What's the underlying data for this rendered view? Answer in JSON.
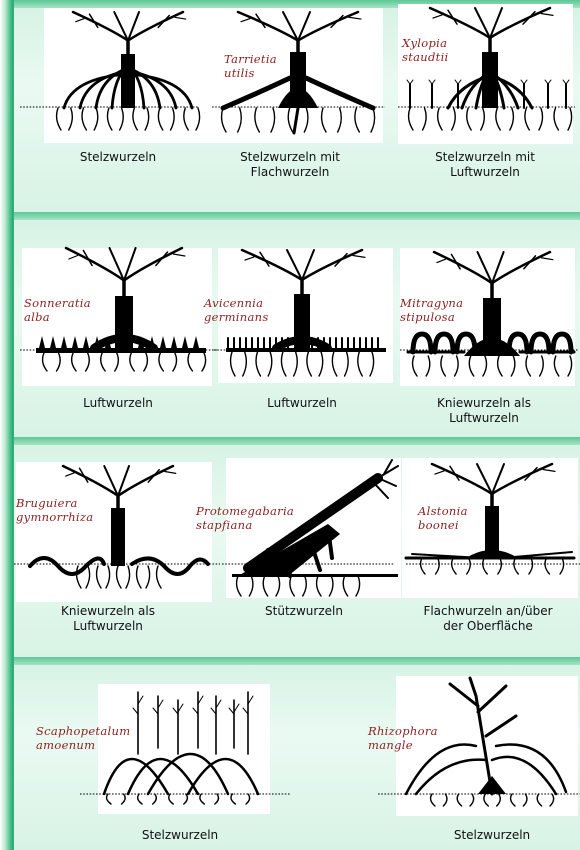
{
  "panels": [
    {
      "caption": "Stelzwurzeln",
      "species": "",
      "icon": "stilt-roots-tree-icon"
    },
    {
      "caption": "Stelzwurzeln mit\nFlachwurzeln",
      "species": "Tarrietia\nutilis",
      "icon": "stilt-and-flat-roots-tree-icon"
    },
    {
      "caption": "Stelzwurzeln mit\nLuftwurzeln",
      "species": "Xylopia\nstaudtii",
      "icon": "stilt-and-aerial-roots-tree-icon"
    },
    {
      "caption": "Luftwurzeln",
      "species": "Sonneratia\nalba",
      "icon": "pneumatophore-tree-icon"
    },
    {
      "caption": "Luftwurzeln",
      "species": "Avicennia\ngerminans",
      "icon": "pencil-pneumatophore-tree-icon"
    },
    {
      "caption": "Kniewurzeln als\nLuftwurzeln",
      "species": "Mitragyna\nstipulosa",
      "icon": "knee-root-tree-icon"
    },
    {
      "caption": "Kniewurzeln als\nLuftwurzeln",
      "species": "Bruguiera\ngymnorrhiza",
      "icon": "knee-root-wave-tree-icon"
    },
    {
      "caption": "Stützwurzeln",
      "species": "Protomegabaria\nstapfiana",
      "icon": "buttress-root-leaning-tree-icon"
    },
    {
      "caption": "Flachwurzeln an/über\nder Oberfläche",
      "species": "Alstonia\nboonei",
      "icon": "surface-root-tree-icon"
    },
    {
      "caption": "Stelzwurzeln",
      "species": "Scaphopetalum\namoenum",
      "icon": "arching-stilt-shrub-icon"
    },
    {
      "caption": "Stelzwurzeln",
      "species": "Rhizophora\nmangle",
      "icon": "mangrove-stilt-root-icon"
    }
  ]
}
